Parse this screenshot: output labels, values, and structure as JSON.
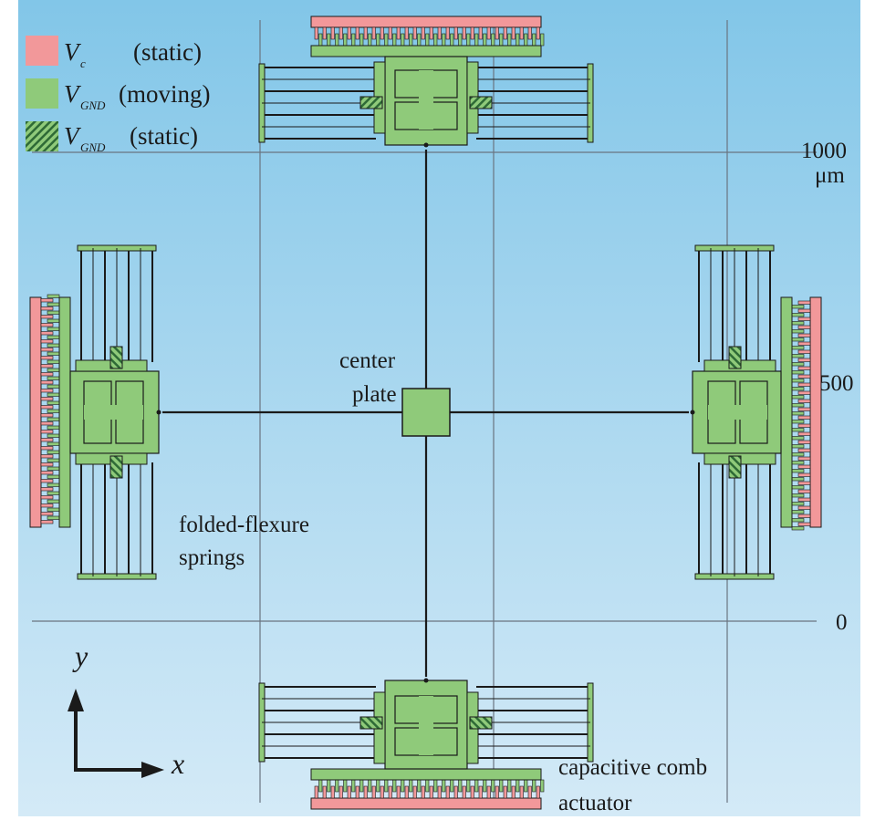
{
  "figure": {
    "ticks": {
      "y_1000": "1000",
      "unit": "μm",
      "y_500": "500",
      "y_0": "0"
    },
    "legend": [
      {
        "symbol": "V",
        "subscript": "c",
        "state": "(static)",
        "swatch": "pink"
      },
      {
        "symbol": "V",
        "subscript": "GND",
        "state": "(moving)",
        "swatch": "green"
      },
      {
        "symbol": "V",
        "subscript": "GND",
        "state": "(static)",
        "swatch": "hatched-green"
      }
    ],
    "labels": {
      "center_plate_1": "center",
      "center_plate_2": "plate",
      "folded_1": "folded-flexure",
      "folded_2": "springs",
      "comb_1": "capacitive comb",
      "comb_2": "actuator"
    },
    "axes": {
      "y": "y",
      "x": "x"
    },
    "colors": {
      "pink": "#f2989a",
      "green": "#8fca7a",
      "hatch_dark": "#2e6a36",
      "background_top": "#82c6e8",
      "background_bottom": "#d4eaf7",
      "line": "#1a1a1a",
      "grid": "#6a7480"
    }
  }
}
